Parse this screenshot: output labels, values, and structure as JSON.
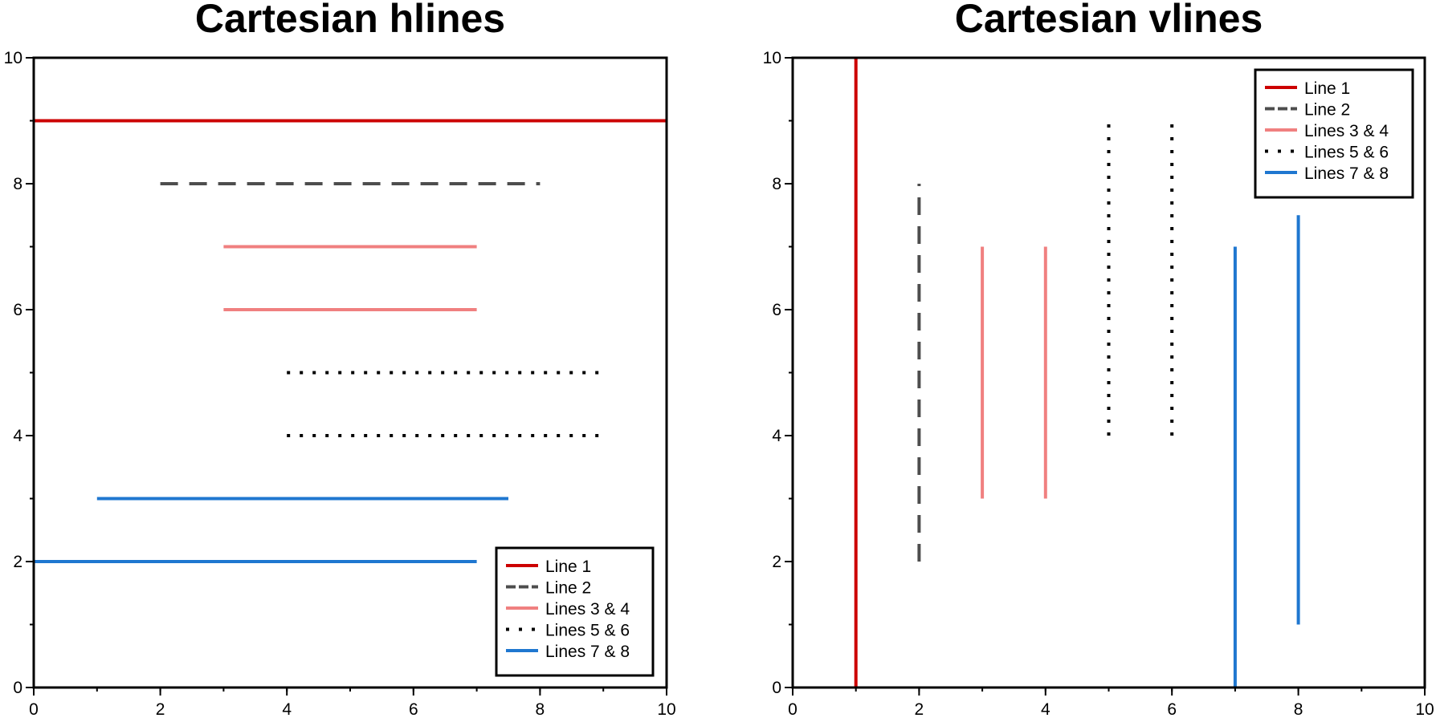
{
  "chart_data": [
    {
      "type": "line",
      "orientation": "horizontal",
      "title": "Cartesian hlines",
      "xlim": [
        0,
        10
      ],
      "ylim": [
        0,
        10
      ],
      "x_ticks": [
        0,
        2,
        4,
        6,
        8,
        10
      ],
      "y_ticks": [
        0,
        2,
        4,
        6,
        8,
        10
      ],
      "x_tick_labels": [
        "0",
        "2",
        "4",
        "6",
        "8",
        "10"
      ],
      "y_tick_labels": [
        "0",
        "2",
        "4",
        "6",
        "8",
        "10"
      ],
      "minor_tick_step": 1,
      "grid": false,
      "legend_position": "bottom-right",
      "series": [
        {
          "name": "Line 1",
          "color": "#cc0000",
          "style": "solid",
          "segments": [
            {
              "y": 9,
              "from": 0,
              "to": 10
            }
          ]
        },
        {
          "name": "Line 2",
          "color": "#4d4d4d",
          "style": "dashed",
          "segments": [
            {
              "y": 8,
              "from": 2,
              "to": 8
            }
          ]
        },
        {
          "name": "Lines 3 & 4",
          "color": "#f08080",
          "style": "solid",
          "segments": [
            {
              "y": 7,
              "from": 3,
              "to": 7
            },
            {
              "y": 6,
              "from": 3,
              "to": 7
            }
          ]
        },
        {
          "name": "Lines 5 & 6",
          "color": "#000000",
          "style": "dotted",
          "segments": [
            {
              "y": 5,
              "from": 4,
              "to": 9
            },
            {
              "y": 4,
              "from": 4,
              "to": 9
            }
          ]
        },
        {
          "name": "Lines 7 & 8",
          "color": "#1f77d0",
          "style": "solid",
          "segments": [
            {
              "y": 3,
              "from": 1,
              "to": 7.5
            },
            {
              "y": 2,
              "from": 0,
              "to": 7
            }
          ]
        }
      ]
    },
    {
      "type": "line",
      "orientation": "vertical",
      "title": "Cartesian vlines",
      "xlim": [
        0,
        10
      ],
      "ylim": [
        0,
        10
      ],
      "x_ticks": [
        0,
        2,
        4,
        6,
        8,
        10
      ],
      "y_ticks": [
        0,
        2,
        4,
        6,
        8,
        10
      ],
      "x_tick_labels": [
        "0",
        "2",
        "4",
        "6",
        "8",
        "10"
      ],
      "y_tick_labels": [
        "0",
        "2",
        "4",
        "6",
        "8",
        "10"
      ],
      "minor_tick_step": 1,
      "grid": false,
      "legend_position": "top-right",
      "series": [
        {
          "name": "Line 1",
          "color": "#cc0000",
          "style": "solid",
          "segments": [
            {
              "x": 1,
              "from": 0,
              "to": 10
            }
          ]
        },
        {
          "name": "Line 2",
          "color": "#4d4d4d",
          "style": "dashed",
          "segments": [
            {
              "x": 2,
              "from": 2,
              "to": 8
            }
          ]
        },
        {
          "name": "Lines 3 & 4",
          "color": "#f08080",
          "style": "solid",
          "segments": [
            {
              "x": 3,
              "from": 3,
              "to": 7
            },
            {
              "x": 4,
              "from": 3,
              "to": 7
            }
          ]
        },
        {
          "name": "Lines 5 & 6",
          "color": "#000000",
          "style": "dotted",
          "segments": [
            {
              "x": 5,
              "from": 4,
              "to": 9
            },
            {
              "x": 6,
              "from": 4,
              "to": 9
            }
          ]
        },
        {
          "name": "Lines 7 & 8",
          "color": "#1f77d0",
          "style": "solid",
          "segments": [
            {
              "x": 7,
              "from": 0,
              "to": 7
            },
            {
              "x": 8,
              "from": 1,
              "to": 7.5
            }
          ]
        }
      ]
    }
  ]
}
